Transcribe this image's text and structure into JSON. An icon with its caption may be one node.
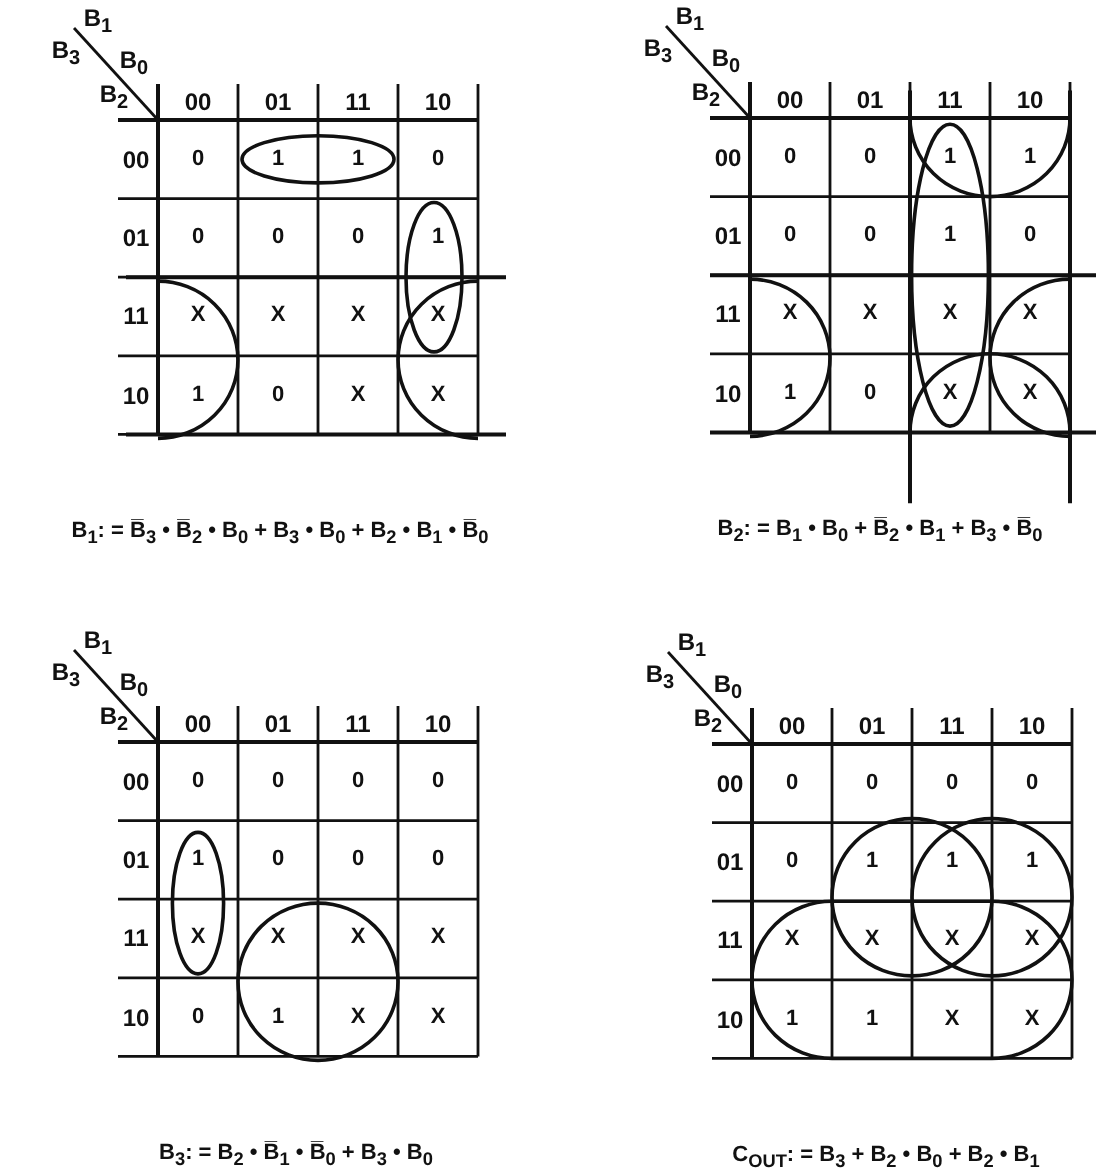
{
  "diagram": {
    "labels": [
      "B$_{1}$",
      "B$_{3}$",
      "B$_{0}$",
      "B$_{2}$",
      "00",
      "01",
      "11",
      "10",
      "00",
      "0",
      "1",
      "1",
      "0",
      "01",
      "0",
      "0",
      "0",
      "1",
      "11",
      "X",
      "X",
      "X",
      "X",
      "10",
      "1",
      "0",
      "X",
      "X",
      "B$_{1}$: = B̅$_{3}$ • B̅$_{2}$ • B$_{0}$ + B$_{3}$ • B$_{0}$ + B$_{2}$ • B$_{1}$ • B̅$_{0}$",
      "B$_{1}$",
      "B$_{3}$",
      "B$_{0}$",
      "B$_{2}$",
      "00",
      "01",
      "11",
      "10",
      "00",
      "0",
      "0",
      "1",
      "1",
      "01",
      "0",
      "0",
      "1",
      "0",
      "11",
      "X",
      "X",
      "X",
      "X",
      "10",
      "1",
      "0",
      "X",
      "X",
      "B$_{2}$: = B$_{1}$ • B$_{0}$ + B̅$_{2}$ • B$_{1}$ + B$_{3}$ • B̅$_{0}$",
      "B$_{1}$",
      "B$_{3}$",
      "B$_{0}$",
      "B$_{2}$",
      "00",
      "01",
      "11",
      "10",
      "00",
      "0",
      "0",
      "0",
      "0",
      "01",
      "1",
      "0",
      "0",
      "0",
      "11",
      "X",
      "X",
      "X",
      "X",
      "10",
      "0",
      "1",
      "X",
      "X",
      "B$_{3}$: = B$_{2}$ • B̅$_{1}$ • B̅$_{0}$ + B$_{3}$ • B$_{0}$",
      "B$_{1}$",
      "B$_{3}$",
      "B$_{0}$",
      "B$_{2}$",
      "00",
      "01",
      "11",
      "10",
      "00",
      "0",
      "0",
      "0",
      "0",
      "01",
      "0",
      "1",
      "1",
      "1",
      "11",
      "X",
      "X",
      "X",
      "X",
      "10",
      "1",
      "1",
      "X",
      "X",
      "C$_{OUT}$: = B$_{3}$ + B$_{2}$ • B$_{0}$ + B$_{2}$ • B$_{1}$"
    ]
  }
}
